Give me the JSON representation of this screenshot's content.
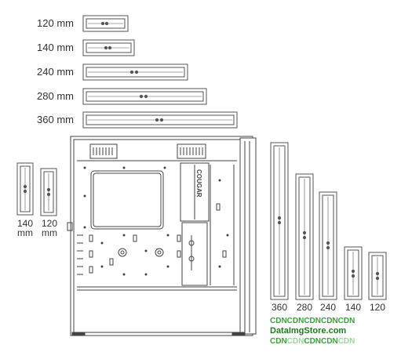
{
  "horizontal_radiators": [
    {
      "label": "120 mm"
    },
    {
      "label": "140 mm"
    },
    {
      "label": "240 mm"
    },
    {
      "label": "280 mm"
    },
    {
      "label": "360 mm"
    }
  ],
  "left_vertical_radiators": [
    {
      "label_line1": "140",
      "label_line2": "mm"
    },
    {
      "label_line1": "120",
      "label_line2": "mm"
    }
  ],
  "right_vertical_radiators": [
    {
      "label": "360"
    },
    {
      "label": "280"
    },
    {
      "label": "240"
    },
    {
      "label": "140"
    },
    {
      "label": "120"
    }
  ],
  "case_brand": "COUGAR",
  "watermark": {
    "line1_part_a": "CDN",
    "line1_part_b": "CDNCDNCDNCDN",
    "line2": "DataImgStore.com",
    "line3_part_a": "CDN",
    "line3_part_b": "CDN",
    "line3_part_c": "CDNCDN",
    "line3_part_d": "CDN"
  }
}
